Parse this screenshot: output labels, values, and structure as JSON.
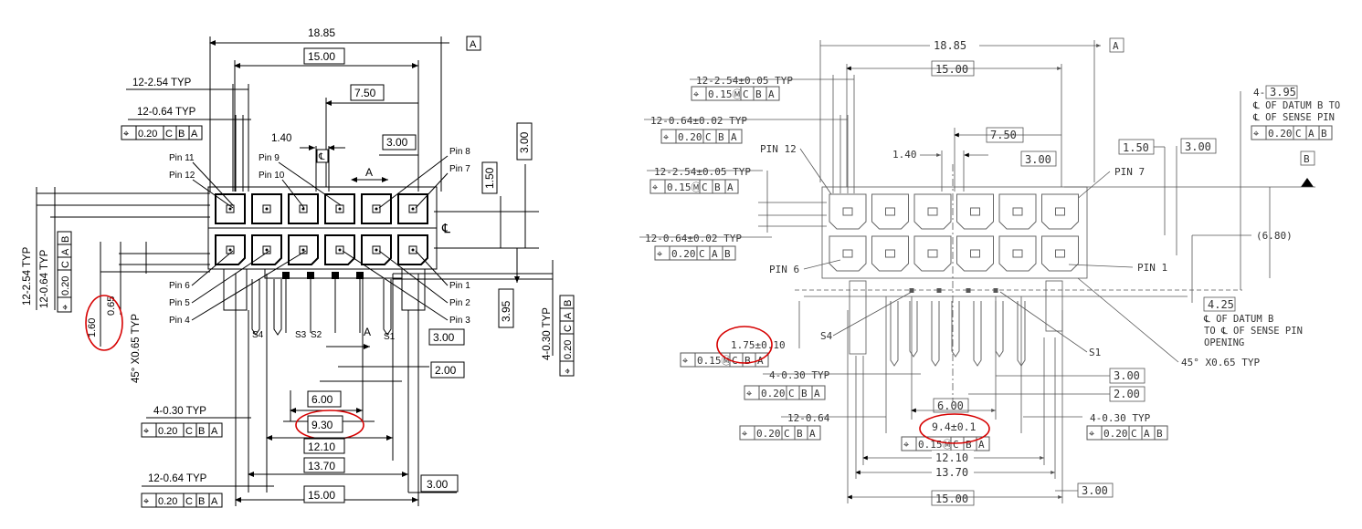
{
  "left": {
    "datum": "A",
    "dims": {
      "d1885": "18.85",
      "d1500_top": "15.00",
      "d750": "7.50",
      "d300_top": "3.00",
      "d140": "1.40",
      "d300_right": "3.00",
      "d150": "1.50",
      "d395": "3.95",
      "d300_a": "3.00",
      "d200": "2.00",
      "d600": "6.00",
      "d930": "9.30",
      "d1210": "12.10",
      "d1370": "13.70",
      "d300_b": "3.00",
      "d1500_bot": "15.00",
      "d160": "1.60",
      "d065": "0.65"
    },
    "labels": {
      "pitch_typ": "12-2.54 TYP",
      "width_typ": "12-0.64 TYP",
      "pitch_vert": "12-2.54 TYP",
      "width_vert": "12-0.64 TYP",
      "chamfer": "45° X0.65 TYP",
      "p4_typ": "4-0.30 TYP",
      "p4_vert": "4-0.30 TYP",
      "bottom_typ": "12-0.64 TYP",
      "centerline": "℄",
      "datum_a_small": "A"
    },
    "fcf": {
      "top": [
        "⌖",
        "0.20",
        "C",
        "B",
        "A"
      ],
      "vert": [
        "⌖",
        "0.20",
        "C",
        "A",
        "B"
      ],
      "mid": [
        "⌖",
        "0.20",
        "C",
        "B",
        "A"
      ],
      "bot": [
        "⌖",
        "0.20",
        "C",
        "B",
        "A"
      ],
      "right": [
        "⌖",
        "0.20",
        "C",
        "A",
        "B"
      ]
    },
    "pins": {
      "pin11": "Pin 11",
      "pin12": "Pin 12",
      "pin9": "Pin 9",
      "pin10": "Pin 10",
      "pin8": "Pin 8",
      "pin7": "Pin 7",
      "pin6": "Pin 6",
      "pin5": "Pin 5",
      "pin4": "Pin 4",
      "pin1": "Pin 1",
      "pin2": "Pin 2",
      "pin3": "Pin 3",
      "s4": "S4",
      "s3": "S3",
      "s2": "S2",
      "s1": "S1"
    }
  },
  "right": {
    "datum_a": "A",
    "datum_b": "B",
    "dims": {
      "d1885": "18.85",
      "d1500_top": "15.00",
      "d750": "7.50",
      "d140": "1.40",
      "d300_a": "3.00",
      "d150": "1.50",
      "d300_b": "3.00",
      "d395": "3.95",
      "d680": "(6.80)",
      "d425": "4.25",
      "d175": "1.75±0.10",
      "d300_c": "3.00",
      "d200": "2.00",
      "d600": "6.00",
      "d940": "9.4±0.1",
      "d1210": "12.10",
      "d1370": "13.70",
      "d1500_bot": "15.00",
      "d300_d": "3.00"
    },
    "labels": {
      "pitch1": "12-2.54±0.05 TYP",
      "width1": "12-0.64±0.02 TYP",
      "pitch2": "12-2.54±0.05 TYP",
      "width2": "12-0.64±0.02 TYP",
      "pin12": "PIN 12",
      "pin7": "PIN 7",
      "pin6": "PIN 6",
      "pin1": "PIN 1",
      "s4": "S4",
      "s1": "S1",
      "chamfer": "45° X0.65 TYP",
      "p4a": "4-0.30 TYP",
      "p4b": "4-0.30 TYP",
      "w1264": "12-0.64",
      "datum_b_note1": "℄ OF DATUM B TO",
      "datum_b_note2": "℄ OF SENSE PIN",
      "n425_1": "℄ OF DATUM B",
      "n425_2": "TO ℄ OF SENSE PIN",
      "n425_3": "OPENING",
      "four": "4-"
    },
    "fcf": {
      "f1": [
        "⌖",
        "0.15Ⓜ",
        "C",
        "B",
        "A"
      ],
      "f2": [
        "⌖",
        "0.20",
        "C",
        "B",
        "A"
      ],
      "f3": [
        "⌖",
        "0.15Ⓜ",
        "C",
        "B",
        "A"
      ],
      "f4": [
        "⌖",
        "0.20",
        "C",
        "A",
        "B"
      ],
      "f5": [
        "⌖",
        "0.20",
        "C",
        "A",
        "B"
      ],
      "f6": [
        "⌖",
        "0.15Ⓜ",
        "C",
        "B",
        "A"
      ],
      "f7": [
        "⌖",
        "0.20",
        "C",
        "B",
        "A"
      ],
      "f8": [
        "⌖",
        "0.20",
        "C",
        "B",
        "A"
      ],
      "f9": [
        "⌖",
        "0.20",
        "C",
        "A",
        "B"
      ],
      "f10": [
        "⌖",
        "0.15Ⓜ",
        "C",
        "B",
        "A"
      ]
    }
  },
  "highlight_color": "#d60000"
}
